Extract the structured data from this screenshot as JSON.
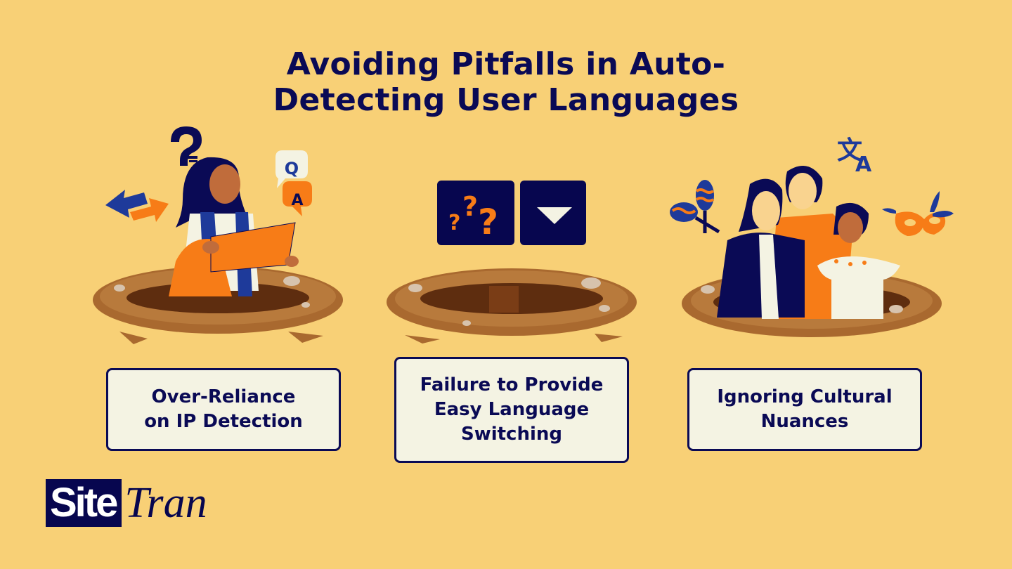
{
  "title": {
    "line1": "Avoiding Pitfalls in Auto-",
    "line2": "Detecting User Languages"
  },
  "colors": {
    "background": "#f8d076",
    "navy": "#0a0a55",
    "orange": "#f77c17",
    "card_bg": "#f4f3e3",
    "dirt": "#9b5f2c"
  },
  "illustrations": [
    {
      "name": "woman-reading-map-in-pit",
      "icons": [
        "question-mark-icon",
        "swap-arrows-icon",
        "qa-speech-bubbles-icon"
      ],
      "qa": {
        "q": "Q",
        "a": "A"
      }
    },
    {
      "name": "empty-pit-with-language-dropdown",
      "icons": [
        "question-marks-icon",
        "dropdown-triangle-icon"
      ]
    },
    {
      "name": "three-people-in-pit",
      "icons": [
        "translate-icon",
        "maracas-icon",
        "carnival-mask-icon"
      ],
      "translate": {
        "glyph": "文",
        "letter": "A"
      }
    }
  ],
  "cards": [
    {
      "lines": [
        "Over-Reliance",
        "on IP Detection"
      ]
    },
    {
      "lines": [
        "Failure to Provide",
        "Easy Language",
        "Switching"
      ]
    },
    {
      "lines": [
        "Ignoring Cultural",
        "Nuances"
      ]
    }
  ],
  "logo": {
    "site": "Site",
    "tran": "Tran"
  }
}
